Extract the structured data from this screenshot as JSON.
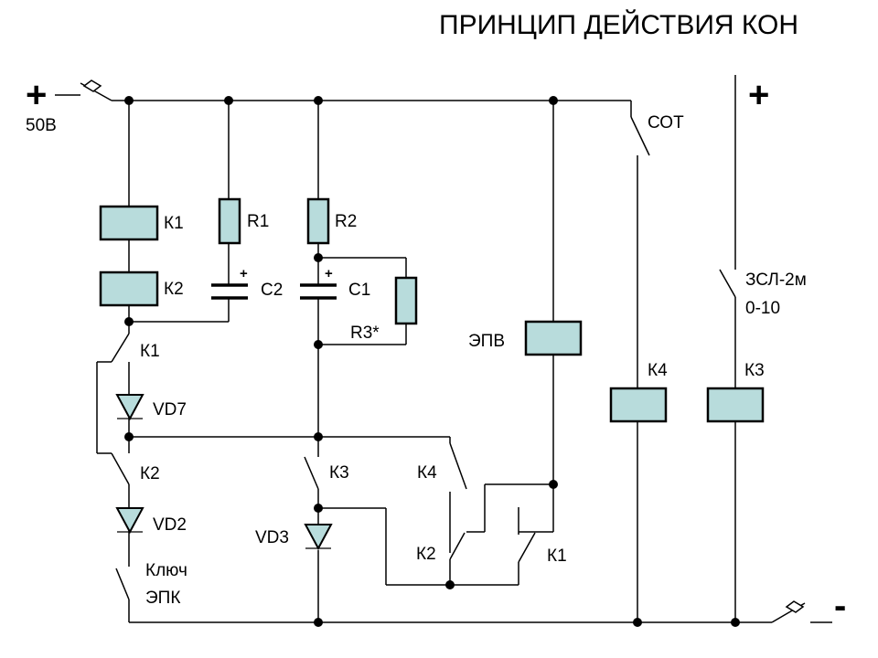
{
  "title": "ПРИНЦИП ДЕЙСТВИЯ КОН",
  "supply": {
    "plus_left": "+",
    "voltage": "50В",
    "plus_right": "+",
    "minus_right": "-"
  },
  "components": {
    "k1_coil": "К1",
    "k2_coil": "К2",
    "r1": "R1",
    "r2": "R2",
    "r3": "R3*",
    "c1": "C1",
    "c2": "C2",
    "cap_plus": "+",
    "epv": "ЭПВ",
    "k4_coil": "К4",
    "k3_coil": "К3",
    "sot": "СОТ",
    "zsl_line1": "ЗСЛ-2м",
    "zsl_line2": "0-10",
    "k1_contact": "К1",
    "vd7": "VD7",
    "k2_contact": "К2",
    "vd2": "VD2",
    "key_line1": "Ключ",
    "key_line2": "ЭПК",
    "k3_contact": "К3",
    "vd3": "VD3",
    "k4_contact": "К4",
    "k2_contact_right": "К2",
    "k1_contact_right": "К1"
  },
  "colors": {
    "component_fill": "#b8dcdc",
    "line": "#000000"
  }
}
